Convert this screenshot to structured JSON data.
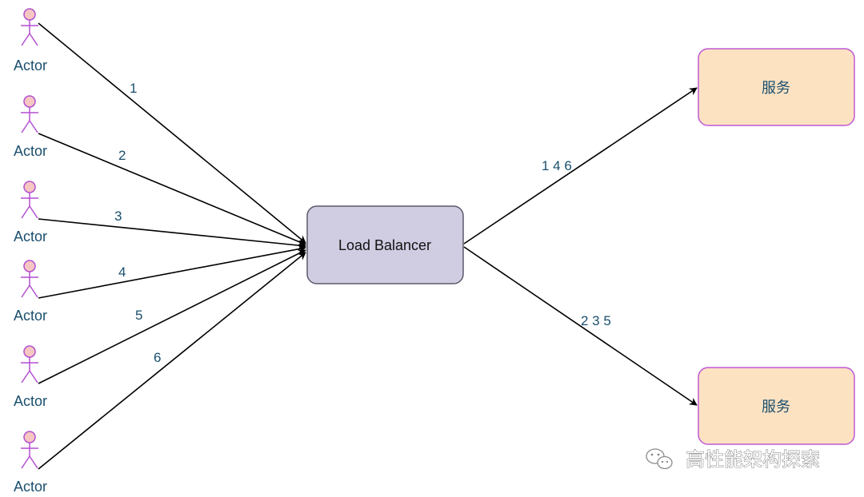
{
  "actors": [
    {
      "label": "Actor"
    },
    {
      "label": "Actor"
    },
    {
      "label": "Actor"
    },
    {
      "label": "Actor"
    },
    {
      "label": "Actor"
    },
    {
      "label": "Actor"
    }
  ],
  "request_edges": [
    {
      "label": "1"
    },
    {
      "label": "2"
    },
    {
      "label": "3"
    },
    {
      "label": "4"
    },
    {
      "label": "5"
    },
    {
      "label": "6"
    }
  ],
  "load_balancer": {
    "label": "Load Balancer"
  },
  "services": [
    {
      "label": "服务"
    },
    {
      "label": "服务"
    }
  ],
  "route_edges": [
    {
      "label": "1 4 6"
    },
    {
      "label": "2 3 5"
    }
  ],
  "watermark": {
    "text": "高性能架构探索",
    "icon": "wechat-icon"
  },
  "colors": {
    "actor_stroke": "#b34fd1",
    "actor_head_fill": "#f6c7c2",
    "text": "#1a4f6e",
    "load_balancer_fill": "#d0cde3",
    "load_balancer_stroke": "#5a5a6a",
    "service_fill": "#fde2c2",
    "service_stroke": "#c058d6",
    "edge": "#000000"
  }
}
